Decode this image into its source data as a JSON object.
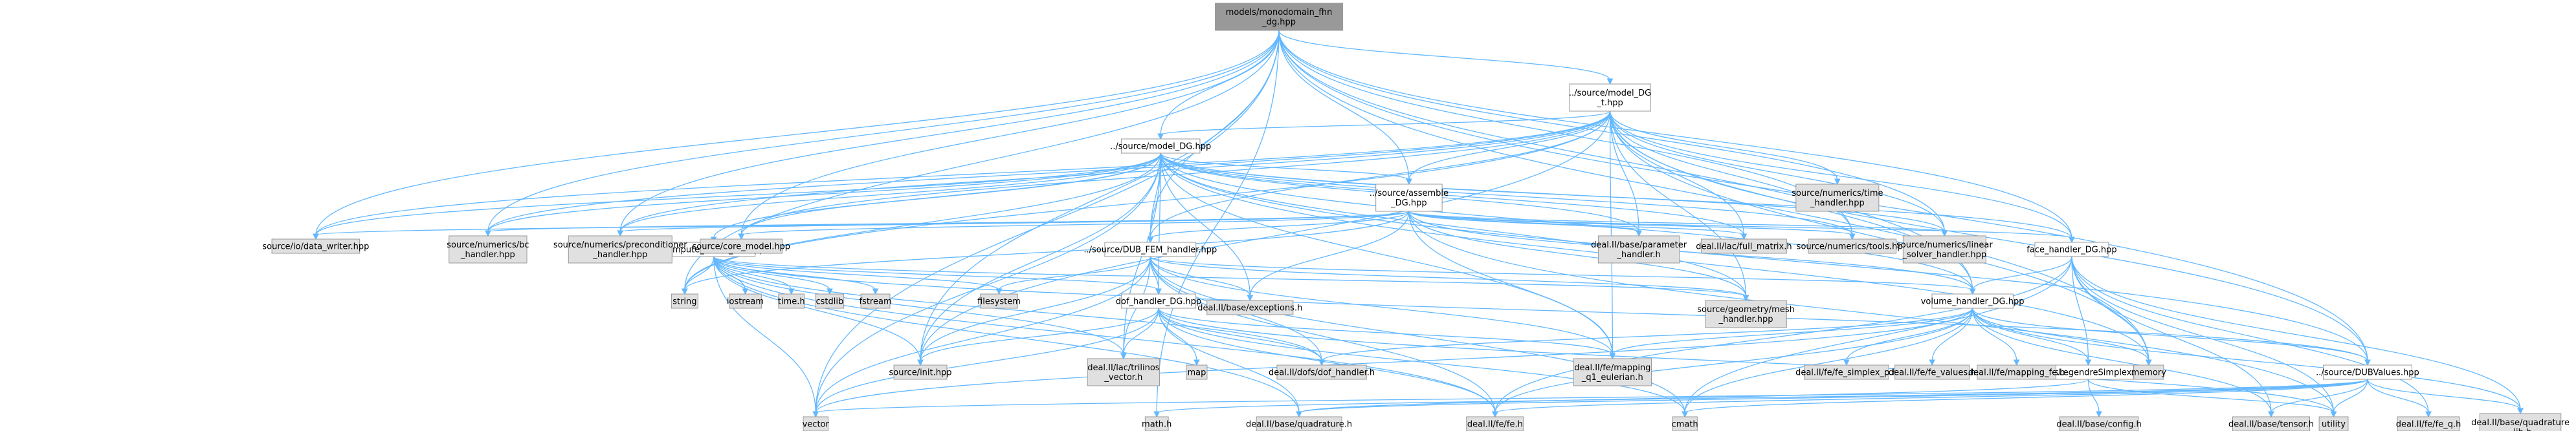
{
  "colors": {
    "edge": "#63b8ff",
    "root_fill": "#999999",
    "internal_fill": "#ffffff",
    "external_fill": "#e0e0e0",
    "border": "#999999"
  },
  "nodes": [
    {
      "id": "root",
      "lines": [
        "models/monodomain_fhn",
        "_dg.hpp"
      ],
      "kind": "root"
    },
    {
      "id": "model_dg_t",
      "lines": [
        "../source/model_DG",
        "_t.hpp"
      ],
      "kind": "internal"
    },
    {
      "id": "model_dg",
      "lines": [
        "../source/model_DG.hpp"
      ],
      "kind": "internal"
    },
    {
      "id": "assemble",
      "lines": [
        "../source/assemble",
        "_DG.hpp"
      ],
      "kind": "internal"
    },
    {
      "id": "time_handler",
      "lines": [
        "source/numerics/time",
        "_handler.hpp"
      ],
      "kind": "external"
    },
    {
      "id": "dub_fem",
      "lines": [
        "../source/DUB_FEM_handler.hpp"
      ],
      "kind": "internal"
    },
    {
      "id": "compute_errors",
      "lines": [
        "compute_errors_DG.hpp"
      ],
      "kind": "internal"
    },
    {
      "id": "face_handler",
      "lines": [
        "face_handler_DG.hpp"
      ],
      "kind": "internal"
    },
    {
      "id": "volume_handler",
      "lines": [
        "volume_handler_DG.hpp"
      ],
      "kind": "internal"
    },
    {
      "id": "dof_handler_dg",
      "lines": [
        "dof_handler_DG.hpp"
      ],
      "kind": "internal"
    },
    {
      "id": "qgauss",
      "lines": [
        "QGaussLegendreSimplex.hpp"
      ],
      "kind": "internal"
    },
    {
      "id": "dubvalues",
      "lines": [
        "../source/DUBValues.hpp"
      ],
      "kind": "internal"
    },
    {
      "id": "data_writer",
      "lines": [
        "source/io/data_writer.hpp"
      ],
      "kind": "external"
    },
    {
      "id": "bc_handler",
      "lines": [
        "source/numerics/bc",
        "_handler.hpp"
      ],
      "kind": "external"
    },
    {
      "id": "precond",
      "lines": [
        "source/numerics/preconditioner",
        "_handler.hpp"
      ],
      "kind": "external"
    },
    {
      "id": "core_model",
      "lines": [
        "source/core_model.hpp"
      ],
      "kind": "external"
    },
    {
      "id": "parameter_handler",
      "lines": [
        "deal.II/base/parameter",
        "_handler.h"
      ],
      "kind": "external"
    },
    {
      "id": "full_matrix",
      "lines": [
        "deal.II/lac/full_matrix.h"
      ],
      "kind": "external"
    },
    {
      "id": "tools",
      "lines": [
        "source/numerics/tools.hpp"
      ],
      "kind": "external"
    },
    {
      "id": "linear_solver",
      "lines": [
        "source/numerics/linear",
        "_solver_handler.hpp"
      ],
      "kind": "external"
    },
    {
      "id": "mesh_handler",
      "lines": [
        "source/geometry/mesh",
        "_handler.hpp"
      ],
      "kind": "external"
    },
    {
      "id": "exceptions",
      "lines": [
        "deal.II/base/exceptions.h"
      ],
      "kind": "external"
    },
    {
      "id": "init",
      "lines": [
        "source/init.hpp"
      ],
      "kind": "external"
    },
    {
      "id": "trilinos",
      "lines": [
        "deal.II/lac/trilinos",
        "_vector.h"
      ],
      "kind": "external"
    },
    {
      "id": "dofs_handler",
      "lines": [
        "deal.II/dofs/dof_handler.h"
      ],
      "kind": "external"
    },
    {
      "id": "mapping_q1",
      "lines": [
        "deal.II/fe/mapping",
        "_q1_eulerian.h"
      ],
      "kind": "external"
    },
    {
      "id": "string",
      "lines": [
        "string"
      ],
      "kind": "external"
    },
    {
      "id": "iostream",
      "lines": [
        "iostream"
      ],
      "kind": "external"
    },
    {
      "id": "time_h",
      "lines": [
        "time.h"
      ],
      "kind": "external"
    },
    {
      "id": "cstdlib",
      "lines": [
        "cstdlib"
      ],
      "kind": "external"
    },
    {
      "id": "fstream",
      "lines": [
        "fstream"
      ],
      "kind": "external"
    },
    {
      "id": "filesystem",
      "lines": [
        "filesystem"
      ],
      "kind": "external"
    },
    {
      "id": "map",
      "lines": [
        "map"
      ],
      "kind": "external"
    },
    {
      "id": "memory",
      "lines": [
        "memory"
      ],
      "kind": "external"
    },
    {
      "id": "fe_simplex_p",
      "lines": [
        "deal.II/fe/fe_simplex_p.h"
      ],
      "kind": "external"
    },
    {
      "id": "fe_values",
      "lines": [
        "deal.II/fe/fe_values.h"
      ],
      "kind": "external"
    },
    {
      "id": "mapping_fe",
      "lines": [
        "deal.II/fe/mapping_fe.h"
      ],
      "kind": "external"
    },
    {
      "id": "vector",
      "lines": [
        "vector"
      ],
      "kind": "external"
    },
    {
      "id": "math_h",
      "lines": [
        "math.h"
      ],
      "kind": "external"
    },
    {
      "id": "quadrature",
      "lines": [
        "deal.II/base/quadrature.h"
      ],
      "kind": "external"
    },
    {
      "id": "fe_h",
      "lines": [
        "deal.II/fe/fe.h"
      ],
      "kind": "external"
    },
    {
      "id": "cmath",
      "lines": [
        "cmath"
      ],
      "kind": "external"
    },
    {
      "id": "config",
      "lines": [
        "deal.II/base/config.h"
      ],
      "kind": "external"
    },
    {
      "id": "fe_q",
      "lines": [
        "deal.II/fe/fe_q.h"
      ],
      "kind": "external"
    },
    {
      "id": "tensor",
      "lines": [
        "deal.II/base/tensor.h"
      ],
      "kind": "external"
    },
    {
      "id": "utility",
      "lines": [
        "utility"
      ],
      "kind": "external"
    },
    {
      "id": "quadrature_lib",
      "lines": [
        "deal.II/base/quadrature",
        "_lib.h"
      ],
      "kind": "external"
    }
  ],
  "edges": [
    [
      "root",
      "model_dg_t"
    ],
    [
      "root",
      "model_dg"
    ],
    [
      "root",
      "assemble"
    ],
    [
      "root",
      "dub_fem"
    ],
    [
      "root",
      "face_handler"
    ],
    [
      "root",
      "volume_handler"
    ],
    [
      "root",
      "dubvalues"
    ],
    [
      "root",
      "data_writer"
    ],
    [
      "root",
      "bc_handler"
    ],
    [
      "root",
      "precond"
    ],
    [
      "root",
      "core_model"
    ],
    [
      "root",
      "tools"
    ],
    [
      "root",
      "linear_solver"
    ],
    [
      "root",
      "init"
    ],
    [
      "root",
      "vector"
    ],
    [
      "root",
      "memory"
    ],
    [
      "root",
      "math_h"
    ],
    [
      "root",
      "string"
    ],
    [
      "model_dg_t",
      "model_dg"
    ],
    [
      "model_dg_t",
      "assemble"
    ],
    [
      "model_dg_t",
      "time_handler"
    ],
    [
      "model_dg_t",
      "dub_fem"
    ],
    [
      "model_dg_t",
      "parameter_handler"
    ],
    [
      "model_dg_t",
      "full_matrix"
    ],
    [
      "model_dg_t",
      "tools"
    ],
    [
      "model_dg_t",
      "linear_solver"
    ],
    [
      "model_dg_t",
      "mesh_handler"
    ],
    [
      "model_dg_t",
      "face_handler"
    ],
    [
      "model_dg_t",
      "volume_handler"
    ],
    [
      "model_dg_t",
      "dubvalues"
    ],
    [
      "model_dg_t",
      "data_writer"
    ],
    [
      "model_dg_t",
      "bc_handler"
    ],
    [
      "model_dg_t",
      "precond"
    ],
    [
      "model_dg_t",
      "core_model"
    ],
    [
      "model_dg_t",
      "init"
    ],
    [
      "model_dg_t",
      "memory"
    ],
    [
      "model_dg_t",
      "mapping_q1"
    ],
    [
      "model_dg_t",
      "string"
    ],
    [
      "model_dg",
      "assemble"
    ],
    [
      "model_dg",
      "dub_fem"
    ],
    [
      "model_dg",
      "compute_errors"
    ],
    [
      "model_dg",
      "dof_handler_dg"
    ],
    [
      "model_dg",
      "face_handler"
    ],
    [
      "model_dg",
      "volume_handler"
    ],
    [
      "model_dg",
      "dubvalues"
    ],
    [
      "model_dg",
      "data_writer"
    ],
    [
      "model_dg",
      "bc_handler"
    ],
    [
      "model_dg",
      "precond"
    ],
    [
      "model_dg",
      "core_model"
    ],
    [
      "model_dg",
      "parameter_handler"
    ],
    [
      "model_dg",
      "full_matrix"
    ],
    [
      "model_dg",
      "tools"
    ],
    [
      "model_dg",
      "linear_solver"
    ],
    [
      "model_dg",
      "mesh_handler"
    ],
    [
      "model_dg",
      "exceptions"
    ],
    [
      "model_dg",
      "init"
    ],
    [
      "model_dg",
      "trilinos"
    ],
    [
      "model_dg",
      "mapping_q1"
    ],
    [
      "model_dg",
      "string"
    ],
    [
      "model_dg",
      "memory"
    ],
    [
      "model_dg",
      "vector"
    ],
    [
      "assemble",
      "dub_fem"
    ],
    [
      "assemble",
      "face_handler"
    ],
    [
      "assemble",
      "volume_handler"
    ],
    [
      "assemble",
      "data_writer"
    ],
    [
      "assemble",
      "bc_handler"
    ],
    [
      "assemble",
      "precond"
    ],
    [
      "assemble",
      "core_model"
    ],
    [
      "assemble",
      "parameter_handler"
    ],
    [
      "assemble",
      "full_matrix"
    ],
    [
      "assemble",
      "tools"
    ],
    [
      "assemble",
      "linear_solver"
    ],
    [
      "assemble",
      "mesh_handler"
    ],
    [
      "assemble",
      "exceptions"
    ],
    [
      "assemble",
      "mapping_q1"
    ],
    [
      "assemble",
      "string"
    ],
    [
      "assemble",
      "utility"
    ],
    [
      "dub_fem",
      "dof_handler_dg"
    ],
    [
      "dub_fem",
      "volume_handler"
    ],
    [
      "dub_fem",
      "mesh_handler"
    ],
    [
      "dub_fem",
      "exceptions"
    ],
    [
      "dub_fem",
      "init"
    ],
    [
      "dub_fem",
      "trilinos"
    ],
    [
      "dub_fem",
      "dofs_handler"
    ],
    [
      "dub_fem",
      "mapping_q1"
    ],
    [
      "dub_fem",
      "filesystem"
    ],
    [
      "dub_fem",
      "fe_h"
    ],
    [
      "dub_fem",
      "cmath"
    ],
    [
      "dub_fem",
      "vector"
    ],
    [
      "compute_errors",
      "dof_handler_dg"
    ],
    [
      "compute_errors",
      "mesh_handler"
    ],
    [
      "compute_errors",
      "init"
    ],
    [
      "compute_errors",
      "trilinos"
    ],
    [
      "compute_errors",
      "dubvalues"
    ],
    [
      "compute_errors",
      "string"
    ],
    [
      "compute_errors",
      "iostream"
    ],
    [
      "compute_errors",
      "time_h"
    ],
    [
      "compute_errors",
      "cstdlib"
    ],
    [
      "compute_errors",
      "fstream"
    ],
    [
      "compute_errors",
      "filesystem"
    ],
    [
      "compute_errors",
      "vector"
    ],
    [
      "compute_errors",
      "quadrature"
    ],
    [
      "compute_errors",
      "dofs_handler"
    ],
    [
      "compute_errors",
      "fe_h"
    ],
    [
      "face_handler",
      "volume_handler"
    ],
    [
      "face_handler",
      "qgauss"
    ],
    [
      "face_handler",
      "memory"
    ],
    [
      "face_handler",
      "utility"
    ],
    [
      "face_handler",
      "tensor"
    ],
    [
      "face_handler",
      "fe_q"
    ],
    [
      "face_handler",
      "quadrature_lib"
    ],
    [
      "face_handler",
      "cmath"
    ],
    [
      "face_handler",
      "fe_h"
    ],
    [
      "volume_handler",
      "qgauss"
    ],
    [
      "volume_handler",
      "dubvalues"
    ],
    [
      "volume_handler",
      "mapping_q1"
    ],
    [
      "volume_handler",
      "fe_simplex_p"
    ],
    [
      "volume_handler",
      "fe_values"
    ],
    [
      "volume_handler",
      "mapping_fe"
    ],
    [
      "volume_handler",
      "dofs_handler"
    ],
    [
      "volume_handler",
      "memory"
    ],
    [
      "volume_handler",
      "cmath"
    ],
    [
      "volume_handler",
      "quadrature_lib"
    ],
    [
      "volume_handler",
      "vector"
    ],
    [
      "volume_handler",
      "fe_h"
    ],
    [
      "volume_handler",
      "tensor"
    ],
    [
      "dof_handler_dg",
      "init"
    ],
    [
      "dof_handler_dg",
      "trilinos"
    ],
    [
      "dof_handler_dg",
      "dofs_handler"
    ],
    [
      "dof_handler_dg",
      "mapping_q1"
    ],
    [
      "dof_handler_dg",
      "map"
    ],
    [
      "dof_handler_dg",
      "vector"
    ],
    [
      "dof_handler_dg",
      "quadrature"
    ],
    [
      "dof_handler_dg",
      "fe_h"
    ],
    [
      "dof_handler_dg",
      "cmath"
    ],
    [
      "dof_handler_dg",
      "utility"
    ],
    [
      "qgauss",
      "quadrature"
    ],
    [
      "qgauss",
      "config"
    ],
    [
      "qgauss",
      "utility"
    ],
    [
      "dubvalues",
      "fe_h"
    ],
    [
      "dubvalues",
      "vector"
    ],
    [
      "dubvalues",
      "math_h"
    ],
    [
      "dubvalues",
      "quadrature"
    ],
    [
      "dubvalues",
      "fe_q"
    ],
    [
      "dubvalues",
      "tensor"
    ],
    [
      "dubvalues",
      "utility"
    ],
    [
      "dubvalues",
      "quadrature_lib"
    ],
    [
      "dubvalues",
      "cmath"
    ]
  ]
}
